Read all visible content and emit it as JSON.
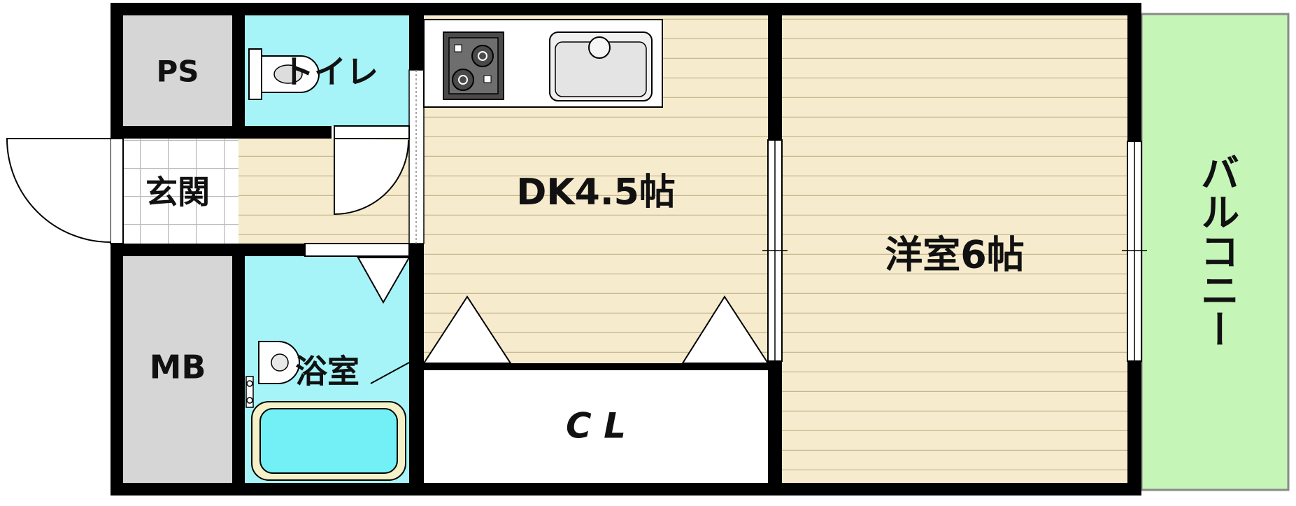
{
  "rooms": {
    "ps": "PS",
    "toilet": "トイレ",
    "entrance": "玄関",
    "mb": "MB",
    "bath": "浴室",
    "dk": "DK4.5帖",
    "closet": "C L",
    "western_room": "洋室6帖",
    "balcony": "バルコニー"
  },
  "colors": {
    "wall": "#000000",
    "floor_wood": "#f6ebcd",
    "floor_line": "#c8b890",
    "utility_gray": "#d6d6d6",
    "water_cyan": "#a6f4f8",
    "bathtub": "#72f0f6",
    "balcony_green": "#c6f5b8",
    "white": "#ffffff"
  },
  "icons": [
    "gas-stove-icon",
    "sink-icon",
    "toilet-icon",
    "bathtub-icon",
    "faucet-icon",
    "door-swing-icon"
  ]
}
